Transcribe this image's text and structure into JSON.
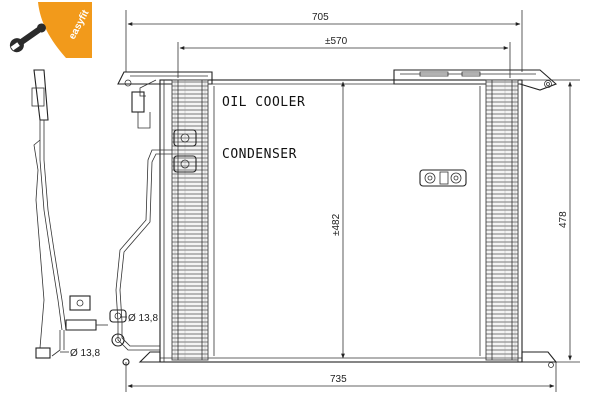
{
  "brand": {
    "logo_text": "easyfit",
    "logo_icon": "wrench-icon",
    "logo_color": "#f29a1b"
  },
  "dimensions": {
    "overall_top": "705",
    "mount_spacing": "±570",
    "overall_bottom": "735",
    "height_right": "478",
    "core_height": "±482",
    "pipe_diameter_a": "Ø 13,8",
    "pipe_diameter_b": "Ø 13,8"
  },
  "labels": {
    "oil_cooler": "OIL COOLER",
    "condenser": "CONDENSER"
  }
}
